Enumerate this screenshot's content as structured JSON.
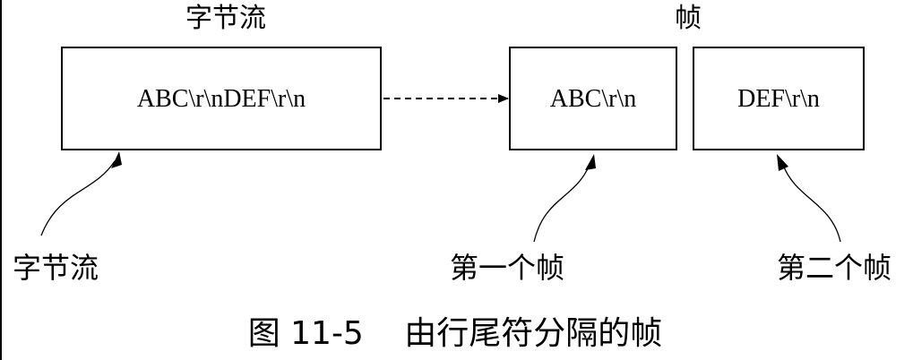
{
  "header": {
    "byte_stream_title": "字节流",
    "frames_title": "帧"
  },
  "boxes": {
    "byte_stream_content": "ABC\\r\\nDEF\\r\\n",
    "frame1_content": "ABC\\r\\n",
    "frame2_content": "DEF\\r\\n"
  },
  "labels": {
    "byte_stream": "字节流",
    "first_frame": "第一个帧",
    "second_frame": "第二个帧"
  },
  "caption": {
    "number": "图 11-5",
    "text": "由行尾符分隔的帧"
  }
}
